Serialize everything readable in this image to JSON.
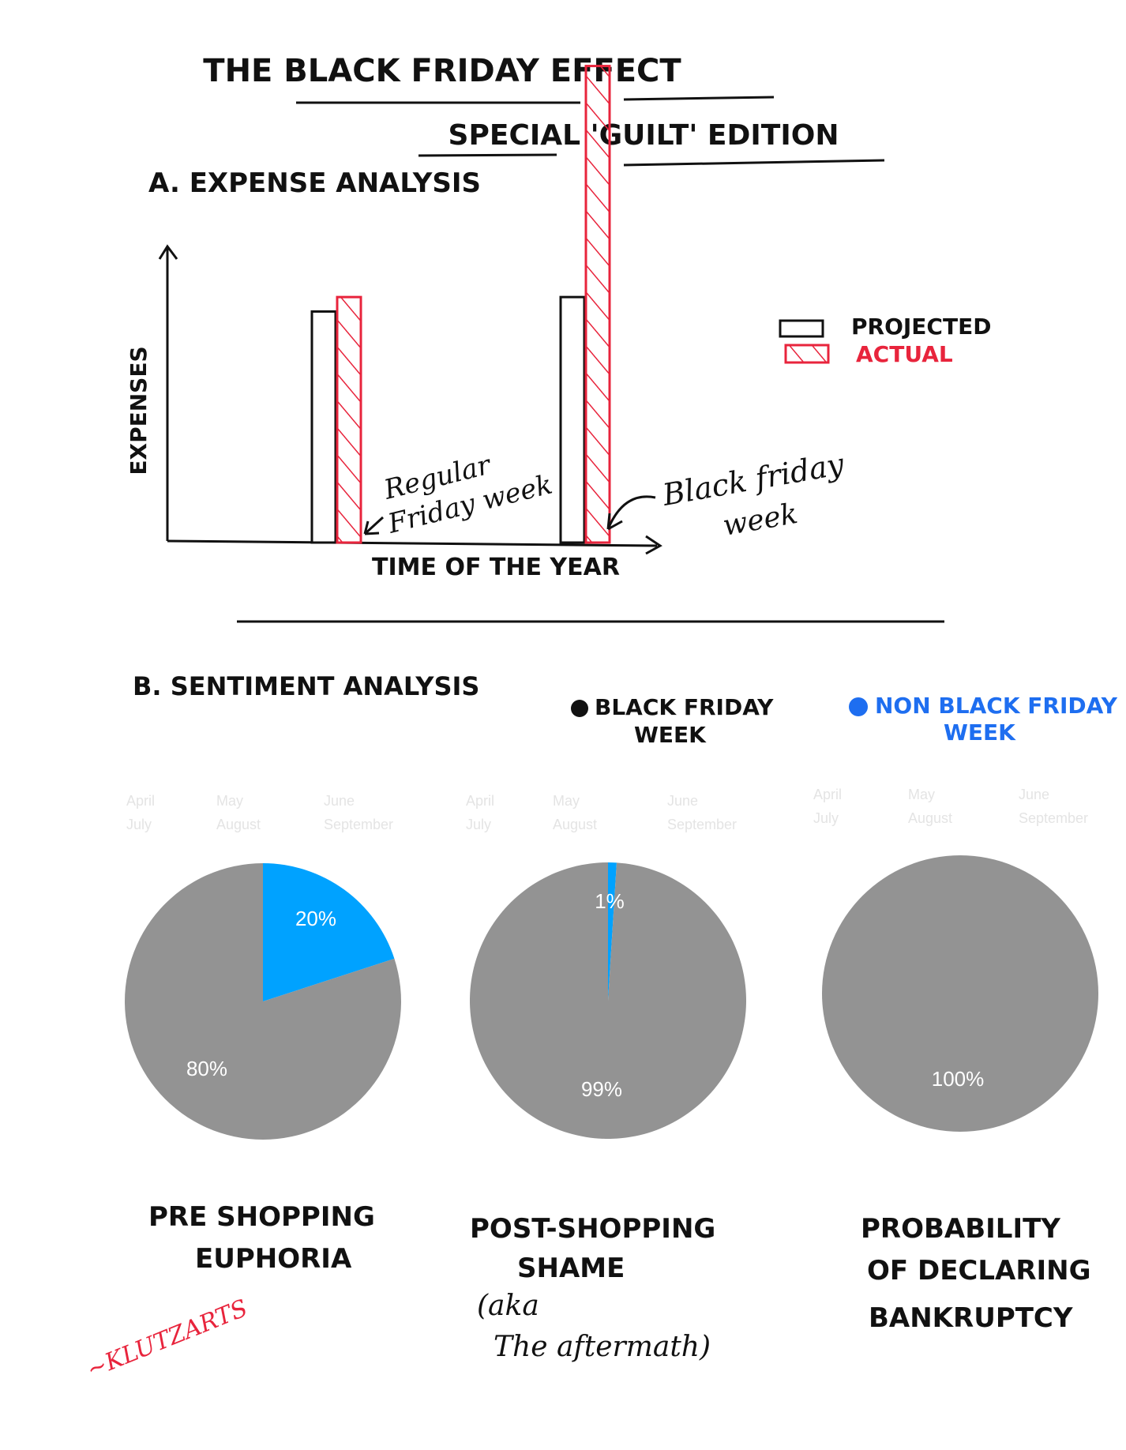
{
  "title": {
    "line1": "THE BLACK FRIDAY EFFECT",
    "line2": "SPECIAL 'GUILT' EDITION"
  },
  "section_a": {
    "heading": "A. EXPENSE ANALYSIS"
  },
  "section_b": {
    "heading": "B. SENTIMENT ANALYSIS"
  },
  "legend_a": {
    "projected": "PROJECTED",
    "actual": "ACTUAL",
    "projected_color": "#111111",
    "actual_color": "#e8243c"
  },
  "legend_b": {
    "black_friday_line1": "BLACK FRIDAY",
    "black_friday_line2": "WEEK",
    "non_bf_line1": "NON BLACK FRIDAY",
    "non_bf_line2": "WEEK",
    "non_bf_color": "#1e6ef0"
  },
  "annotations": {
    "regular_line1": "Regular",
    "regular_line2": "Friday week",
    "black_line1": "Black friday",
    "black_line2": "week"
  },
  "faint_legend_rows": [
    [
      "April",
      "May",
      "June"
    ],
    [
      "July",
      "August",
      "September"
    ]
  ],
  "captions": {
    "pie1_line1": "PRE SHOPPING",
    "pie1_line2": "EUPHORIA",
    "pie2_line1": "POST-SHOPPING",
    "pie2_line2": "SHAME",
    "pie2_line3": "(aka",
    "pie2_line4": "The aftermath)",
    "pie3_line1": "PROBABILITY",
    "pie3_line2": "OF DECLARING",
    "pie3_line3": "BANKRUPTCY"
  },
  "signature": "~KLUTZARTS",
  "chart_data": [
    {
      "type": "bar",
      "title": "",
      "xlabel": "TIME OF THE YEAR",
      "ylabel": "EXPENSES",
      "categories": [
        "Regular Friday week",
        "Black friday week"
      ],
      "series": [
        {
          "name": "PROJECTED",
          "values": [
            32,
            34
          ]
        },
        {
          "name": "ACTUAL",
          "values": [
            34,
            66
          ]
        }
      ],
      "ylim": [
        0,
        70
      ],
      "grid": false,
      "legend": "right"
    },
    {
      "type": "pie",
      "title": "PRE SHOPPING EUPHORIA",
      "labels": [
        "BLACK FRIDAY WEEK",
        "NON BLACK FRIDAY WEEK"
      ],
      "values": [
        80,
        20
      ],
      "value_labels": [
        "80%",
        "20%"
      ],
      "colors": [
        "#939393",
        "#00a2ff"
      ]
    },
    {
      "type": "pie",
      "title": "POST-SHOPPING SHAME (aka The aftermath)",
      "labels": [
        "BLACK FRIDAY WEEK",
        "NON BLACK FRIDAY WEEK"
      ],
      "values": [
        99,
        1
      ],
      "value_labels": [
        "99%",
        "1%"
      ],
      "colors": [
        "#939393",
        "#00a2ff"
      ]
    },
    {
      "type": "pie",
      "title": "PROBABILITY OF DECLARING BANKRUPTCY",
      "labels": [
        "BLACK FRIDAY WEEK"
      ],
      "values": [
        100
      ],
      "value_labels": [
        "100%"
      ],
      "colors": [
        "#939393"
      ]
    }
  ]
}
